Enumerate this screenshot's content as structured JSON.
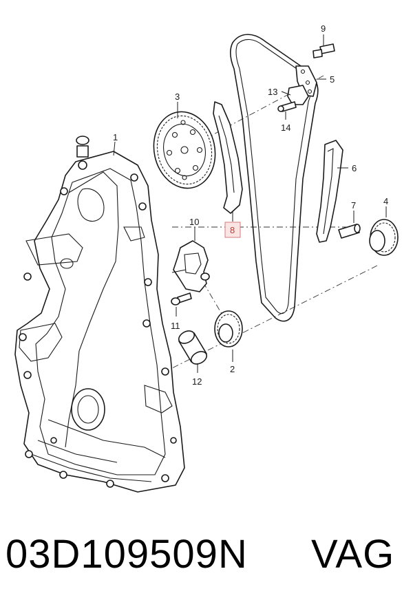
{
  "callouts": {
    "c1": "1",
    "c2": "2",
    "c3": "3",
    "c4": "4",
    "c5": "5",
    "c6": "6",
    "c7": "7",
    "c8": "8",
    "c9": "9",
    "c10": "10",
    "c11": "11",
    "c12": "12",
    "c13": "13",
    "c14": "14"
  },
  "highlight": {
    "color": "#fbe4e4",
    "border": "#d47a7a",
    "text_color": "#c0392b"
  },
  "footer": {
    "part_number": "03D109509N",
    "brand": "VAG"
  }
}
